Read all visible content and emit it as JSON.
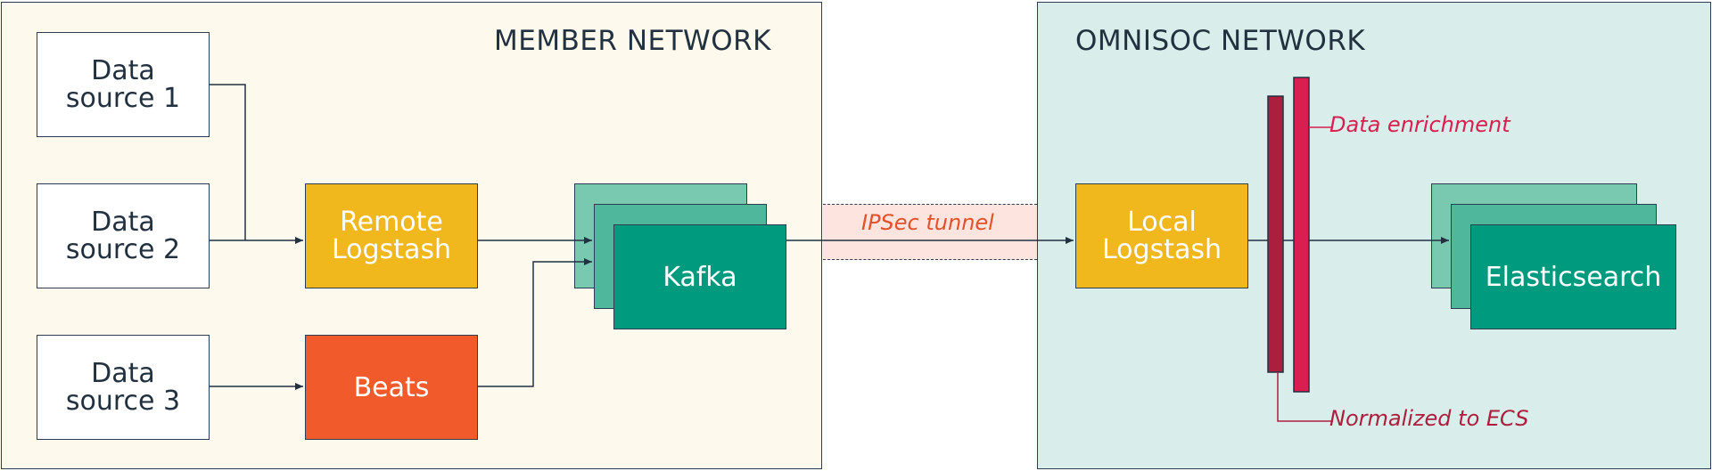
{
  "panels": {
    "member_title": "MEMBER NETWORK",
    "omnisoc_title": "OMNISOC NETWORK"
  },
  "sources": {
    "ds1": [
      "Data",
      "source 1"
    ],
    "ds2": [
      "Data",
      "source 2"
    ],
    "ds3": [
      "Data",
      "source 3"
    ]
  },
  "nodes": {
    "remote_logstash": [
      "Remote",
      "Logstash"
    ],
    "beats": "Beats",
    "kafka": "Kafka",
    "local_logstash": [
      "Local",
      "Logstash"
    ],
    "elasticsearch": "Elasticsearch"
  },
  "labels": {
    "tunnel": "IPSec tunnel",
    "enrichment": "Data enrichment",
    "normalized": "Normalized to ECS"
  },
  "colors": {
    "member_bg": "#fdf9ec",
    "omnisoc_bg": "#d9eeea",
    "logstash": "#f0b81d",
    "beats": "#f15a2b",
    "teal_dark": "#009a7e",
    "teal_mid": "#4fb89c",
    "teal_light": "#79c9b0",
    "enrich_bar": "#d81f4f",
    "normalize_bar": "#ad1d3e",
    "tunnel_text": "#e0522a",
    "enrich_text": "#d81f4f",
    "normalize_text": "#ad1d3e"
  }
}
